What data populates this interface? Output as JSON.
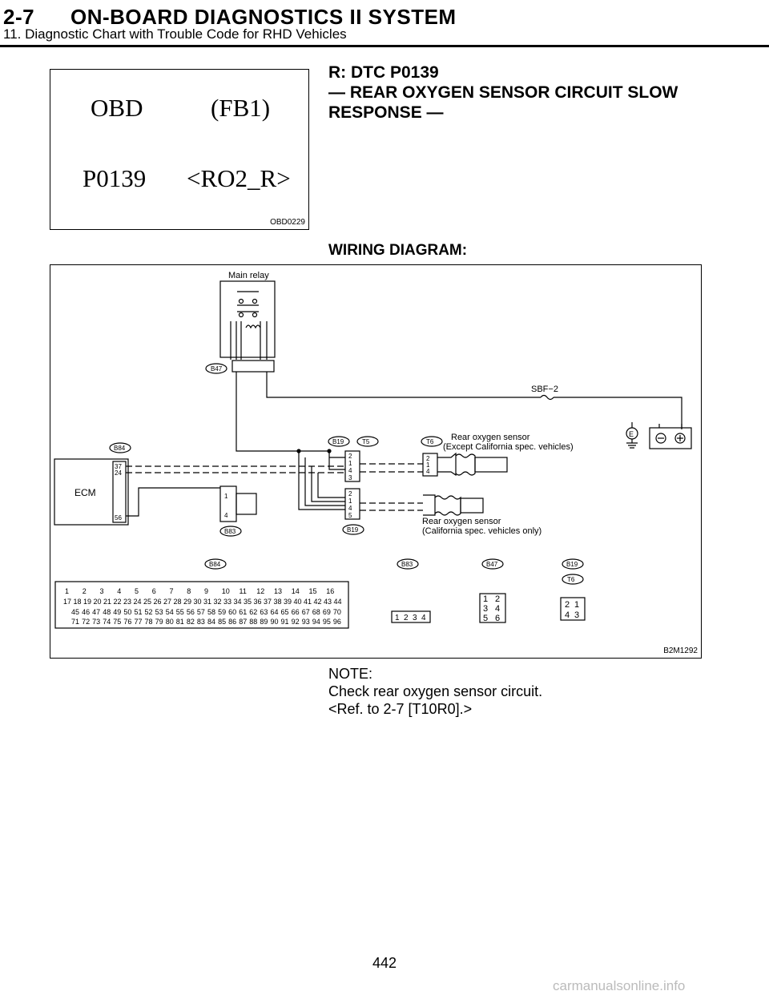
{
  "header": {
    "section": "2-7",
    "title": "ON-BOARD DIAGNOSTICS II SYSTEM",
    "subtitle": "11. Diagnostic Chart with Trouble Code for RHD Vehicles"
  },
  "dtc_figure": {
    "line1_left": "OBD",
    "line1_right": "(FB1)",
    "line2_left": "P0139",
    "line2_right": "<RO2_R>",
    "figure_id": "OBD0229"
  },
  "section_heading": {
    "line1": "R:  DTC P0139",
    "line2": "— REAR OXYGEN SENSOR CIRCUIT SLOW",
    "line3": "RESPONSE —"
  },
  "wiring_heading": "WIRING DIAGRAM:",
  "diagram": {
    "figure_id": "B2M1292",
    "main_relay": "Main relay",
    "fuse": "SBF−2",
    "ecm": "ECM",
    "sensor_top_line1": "Rear oxygen sensor",
    "sensor_top_line2": "(Except California spec. vehicles)",
    "sensor_bottom_line1": "Rear oxygen sensor",
    "sensor_bottom_line2": "(California spec. vehicles only)",
    "connectors": {
      "b47": "B47",
      "b84": "B84",
      "b83": "B83",
      "b19": "B19",
      "t5": "T5",
      "t6": "T6"
    },
    "ecm_pins": [
      "37",
      "24",
      "56"
    ],
    "b83_pins": [
      "1",
      "4"
    ],
    "b19_pins_top": [
      "2",
      "1",
      "4",
      "3"
    ],
    "b19_pins_bottom": [
      "2",
      "1",
      "4",
      "5"
    ],
    "t6_pins": [
      "2",
      "1",
      "4"
    ],
    "ground": "E",
    "b84_row1": [
      "1",
      "2",
      "3",
      "4",
      "5",
      "6",
      "7",
      "8",
      "9",
      "10",
      "11",
      "12",
      "13",
      "14",
      "15",
      "16"
    ],
    "b84_row2": [
      "17",
      "18",
      "19",
      "20",
      "21",
      "22",
      "23",
      "24",
      "25",
      "26",
      "27",
      "28",
      "29",
      "30",
      "31",
      "32",
      "33",
      "34",
      "35",
      "36",
      "37",
      "38",
      "39",
      "40",
      "41",
      "42",
      "43",
      "44"
    ],
    "b84_row3": [
      "45",
      "46",
      "47",
      "48",
      "49",
      "50",
      "51",
      "52",
      "53",
      "54",
      "55",
      "56",
      "57",
      "58",
      "59",
      "60",
      "61",
      "62",
      "63",
      "64",
      "65",
      "66",
      "67",
      "68",
      "69",
      "70"
    ],
    "b84_row4": [
      "71",
      "72",
      "73",
      "74",
      "75",
      "76",
      "77",
      "78",
      "79",
      "80",
      "81",
      "82",
      "83",
      "84",
      "85",
      "86",
      "87",
      "88",
      "89",
      "90",
      "91",
      "92",
      "93",
      "94",
      "95",
      "96"
    ],
    "b83_face": [
      "1",
      "2",
      "3",
      "4"
    ],
    "b47_face": [
      "1",
      "2",
      "3",
      "4",
      "5",
      "6"
    ],
    "t6_face": [
      "2",
      "1",
      "4",
      "3"
    ]
  },
  "note": {
    "label": "NOTE:",
    "line1": "Check rear oxygen sensor circuit.",
    "line2": "<Ref. to 2-7 [T10R0].>"
  },
  "page_number": "442",
  "watermark": "carmanualsonline.info"
}
